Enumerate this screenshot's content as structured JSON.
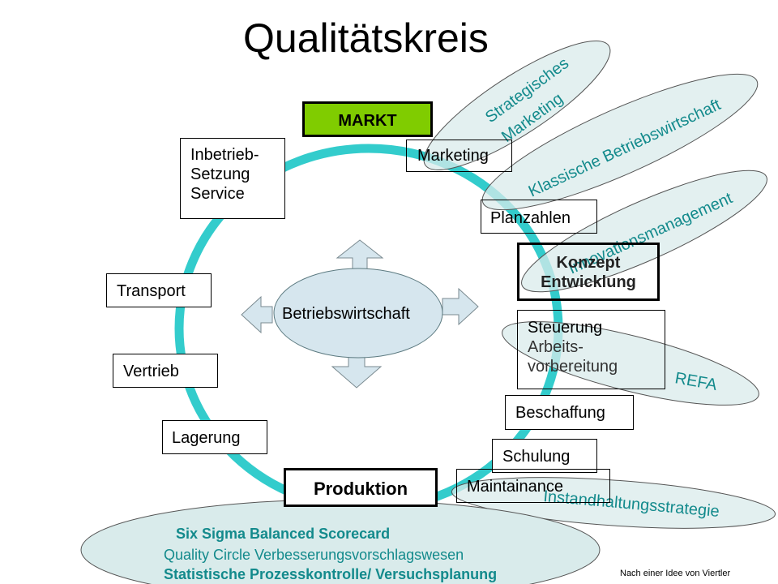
{
  "title": "Qualitätskreis",
  "center_label": "Betriebswirtschaft",
  "boxes": {
    "markt": "MARKT",
    "marketing": "Marketing",
    "inbetrieb_line1": "Inbetrieb-",
    "inbetrieb_line2": "Setzung",
    "inbetrieb_line3": "Service",
    "planzahlen": "Planzahlen",
    "konzept_line1": "Konzept",
    "konzept_line2": "Entwicklung",
    "transport": "Transport",
    "steuerung_line1": "Steuerung",
    "steuerung_line2": "Arbeits-",
    "steuerung_line3": "vorbereitung",
    "vertrieb": "Vertrieb",
    "beschaffung": "Beschaffung",
    "lagerung": "Lagerung",
    "schulung": "Schulung",
    "produktion": "Produktion",
    "maintainance": "Maintainance"
  },
  "ellipse_labels": {
    "strategisches_line1": "Strategisches",
    "strategisches_line2": "Marketing",
    "klassische": "Klassische Betriebswirtschaft",
    "innovation": "Innovationsmanagement",
    "refa": "REFA",
    "instandhaltung": "Instandhaltungsstrategie"
  },
  "bottom_methods": {
    "line1": "Six Sigma  Balanced Scorecard",
    "line2": "Quality Circle Verbesserungsvorschlagswesen",
    "line3": "Statistische Prozesskontrolle/ Versuchsplanung"
  },
  "credit": "Nach einer Idee von Viertler",
  "colors": {
    "ring": "#33cccc",
    "ellipse_fill": "#d9ebeb",
    "markt_fill": "#80cc00",
    "arrow_fill": "#d6e6ee",
    "label_teal": "#138a8c"
  }
}
